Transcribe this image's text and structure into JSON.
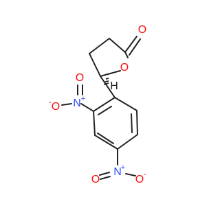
{
  "molecule": {
    "atoms": {
      "carbonyl_oxygen": "O",
      "ring_oxygen": "O",
      "stereo_hydrogen": "H",
      "nitro_upper_n": "N",
      "nitro_upper_plus": "+",
      "nitro_upper_o_left": "O",
      "nitro_upper_minus": "-",
      "nitro_upper_o_bottom": "O",
      "nitro_lower_n": "N",
      "nitro_lower_plus": "+",
      "nitro_lower_o_left": "O",
      "nitro_lower_o_right": "O",
      "nitro_lower_minus": "-"
    },
    "colors": {
      "bond": "#222222",
      "oxygen": "#ff0d0d",
      "nitrogen": "#3050f8",
      "hydrogen": "#222222"
    }
  }
}
